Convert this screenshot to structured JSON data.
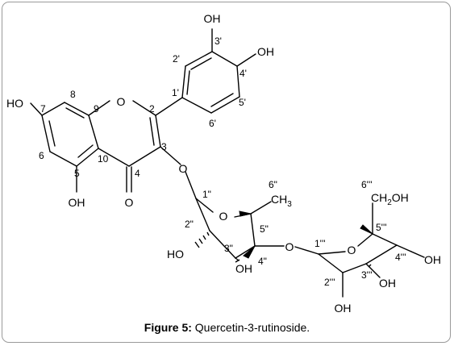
{
  "caption": {
    "label": "Figure 5:",
    "text": " Quercetin-3-rutinoside."
  },
  "atoms": {
    "oh_3p": "OH",
    "oh_4p": "OH",
    "ho_7": "HO",
    "o_ring": "O",
    "oh_5": "OH",
    "o_carbonyl": "O",
    "o_glyco": "O",
    "o_rha_ring": "O",
    "ch3": "CH",
    "ch3_sub": "3",
    "ho_2pp": "HO",
    "oh_3pp": "OH",
    "o_link": "O",
    "o_glc_ring": "O",
    "ch2oh_a": "CH",
    "ch2oh_sub": "2",
    "ch2oh_b": "OH",
    "oh_4ppp": "OH",
    "oh_3ppp": "OH",
    "oh_2ppp": "OH"
  },
  "numbers": {
    "n3p": "3'",
    "n4p": "4'",
    "n2p": "2'",
    "n1p": "1'",
    "n5p": "5'",
    "n6p": "6'",
    "n7": "7",
    "n8": "8",
    "n9": "9",
    "n2": "2",
    "n3": "3",
    "n6": "6",
    "n5": "5",
    "n10": "10",
    "n4": "4",
    "n1pp": "1\"",
    "n6pp": "6\"",
    "n5pp": "5\"",
    "n2pp": "2\"",
    "n3pp": "3\"",
    "n4pp": "4\"",
    "n6ppp": "6'''",
    "n5ppp": "5'''",
    "n1ppp": "1'''",
    "n4ppp": "4'''",
    "n3ppp": "3'''",
    "n2ppp": "2'''"
  }
}
